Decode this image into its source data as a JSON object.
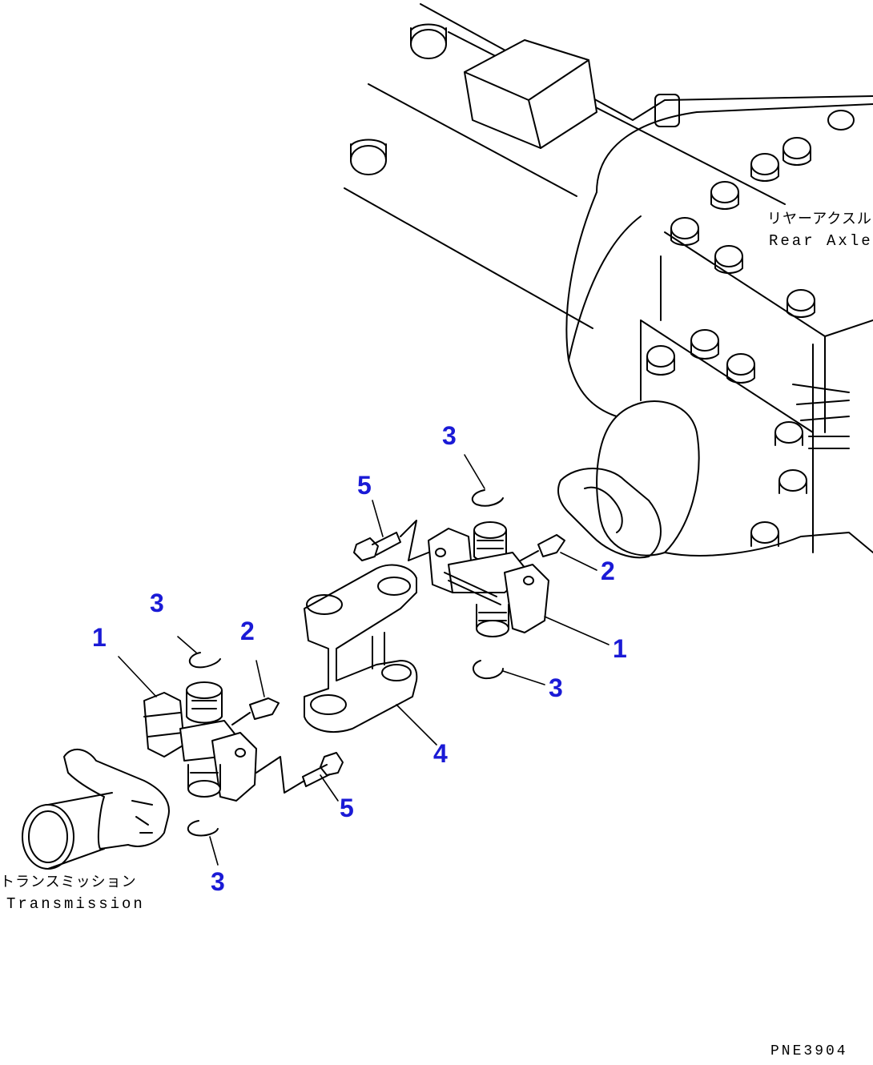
{
  "labels": {
    "rear_axle_jp": "リヤーアクスル",
    "rear_axle_en": "Rear Axle",
    "transmission_jp": "トランスミッション",
    "transmission_en": "Transmission",
    "drawing_code": "PNE3904"
  },
  "callouts": [
    "1",
    "2",
    "3",
    "4",
    "5"
  ],
  "colors": {
    "callout": "#1a1ad6",
    "line": "#000000",
    "background": "#ffffff"
  }
}
